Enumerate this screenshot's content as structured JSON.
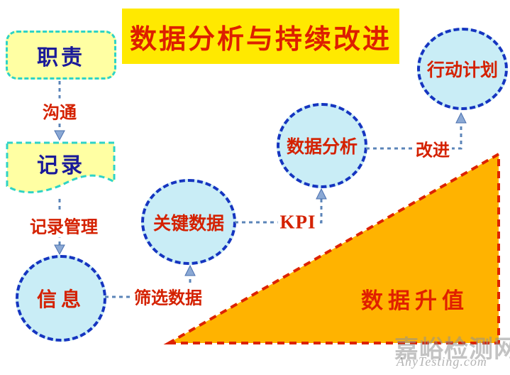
{
  "title": "数据分析与持续改进",
  "nodes": {
    "duty": "职责",
    "record": "记录",
    "information": "信息",
    "key_data": "关键数据",
    "data_analysis": "数据分析",
    "action_plan": "行动计划"
  },
  "edge_labels": {
    "communication": "沟通",
    "record_management": "记录管理",
    "filter_data": "筛选数据",
    "kpi": "KPI",
    "improvement": "改进"
  },
  "triangle_label": "数据升值",
  "watermark": {
    "cn": "嘉峪检测网",
    "en": "AnyTesting.com"
  },
  "colors": {
    "banner_bg": "#FFE900",
    "banner_text": "#DD1F00",
    "box_fill": "#FFFFA3",
    "box_border": "#2ED3C6",
    "box_text": "#1A1A99",
    "circle_fill": "#C9EDF6",
    "circle_border": "#1535C0",
    "node_text": "#D42100",
    "connector": "#5B84B8",
    "arrowhead": "#8AA8D4",
    "triangle_fill": "#FFB300",
    "triangle_border": "#DD2200",
    "watermark_gray": "#919191"
  }
}
